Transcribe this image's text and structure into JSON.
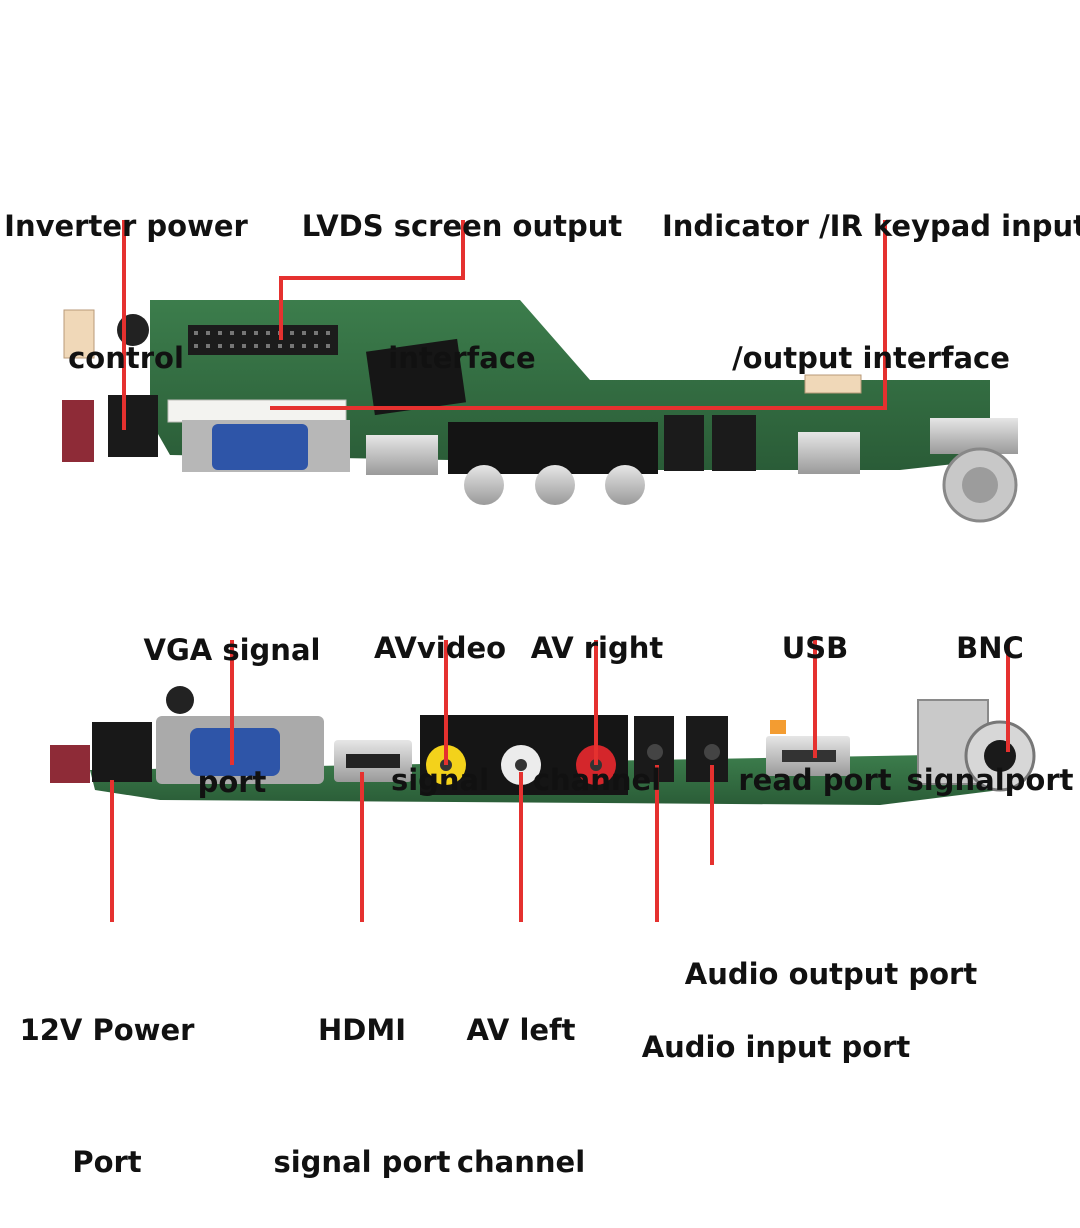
{
  "colors": {
    "leader": "#e5312f",
    "pcb": "#2f6b3f",
    "text": "#111111"
  },
  "top_labels": {
    "inverter": [
      "Inverter power",
      "control"
    ],
    "lvds": [
      "LVDS screen output",
      "interface"
    ],
    "indicator": [
      "Indicator /IR keypad input",
      "/output interface"
    ]
  },
  "mid_labels": {
    "vga": [
      "VGA signal",
      "port"
    ],
    "avvideo": [
      "AVvideo",
      "signal"
    ],
    "avright": [
      "AV right",
      "channel"
    ],
    "usb": [
      "USB",
      "read port"
    ],
    "bnc": [
      "BNC",
      "signalport"
    ]
  },
  "bottom_labels": {
    "power12v": [
      "12V Power",
      "Port"
    ],
    "hdmi": [
      "HDMI",
      "signal port"
    ],
    "avleft": [
      "AV left",
      "channel"
    ],
    "audio_out": "Audio output port",
    "audio_in": "Audio input port"
  }
}
